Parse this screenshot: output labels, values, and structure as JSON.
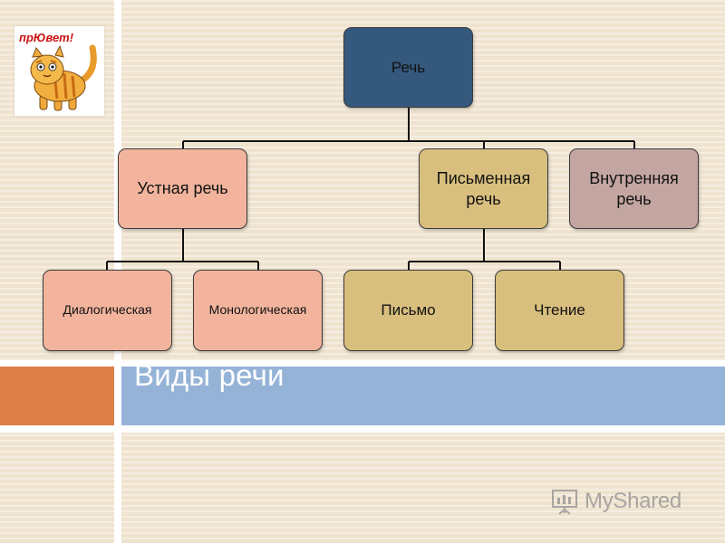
{
  "slide": {
    "title": "Виды речи"
  },
  "diagram": {
    "root": "Речь",
    "oral": "Устная речь",
    "written": "Письменная речь",
    "inner": "Внутренняя речь",
    "dialogic": "Диалогическая",
    "monologic": "Монологическая",
    "writing": "Письмо",
    "reading": "Чтение"
  },
  "sticker": {
    "text": "прЮвет!"
  },
  "watermark": {
    "text": "MyShared"
  },
  "colors": {
    "root": "#35587d",
    "oral_branch": "#f2b49d",
    "written_branch": "#d9bf7e",
    "inner_branch": "#c3a6a1",
    "title_band": "#95b3d7",
    "accent_block": "#dd8047"
  }
}
